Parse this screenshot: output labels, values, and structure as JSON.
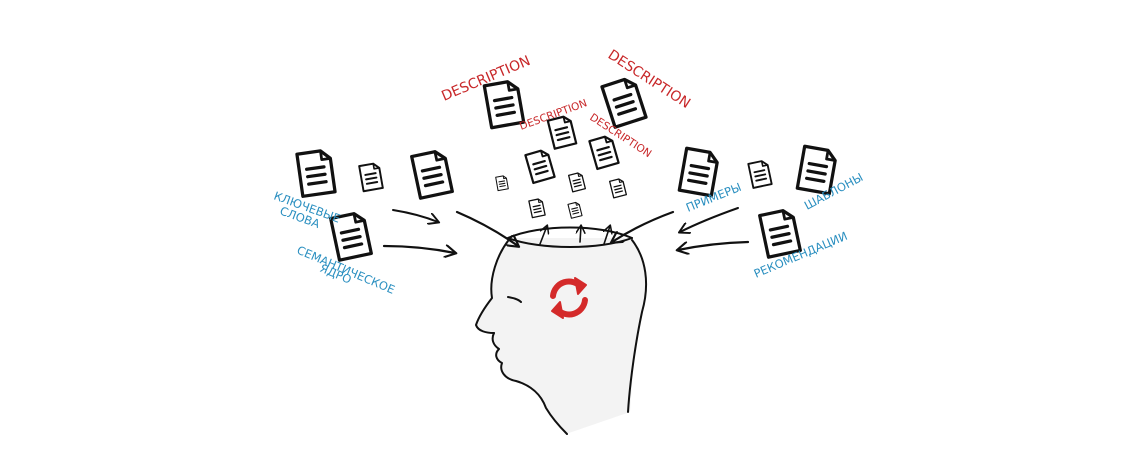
{
  "labels": {
    "keywords_1": "КЛЮЧЕВЫЕ",
    "keywords_2": "СЛОВА",
    "semantic_1": "СЕМАНТИЧЕСКОЕ",
    "semantic_2": "ЯДРО",
    "examples": "ПРИМЕРЫ",
    "templates": "ШАБЛОНЫ",
    "recommendations": "РЕКОМЕНДАЦИИ",
    "description_big_left": "DESCRIPTION",
    "description_big_right": "DESCRIPTION",
    "description_small_left": "DESCRIPTION",
    "description_small_right": "DESCRIPTION"
  },
  "colors": {
    "blue_label": "#2a8fc0",
    "red_label": "#c8282a",
    "ink": "#111111",
    "head_fill": "#f3f3f3"
  },
  "icons": {
    "document": "document-icon",
    "refresh": "refresh-icon",
    "head": "head-silhouette"
  }
}
